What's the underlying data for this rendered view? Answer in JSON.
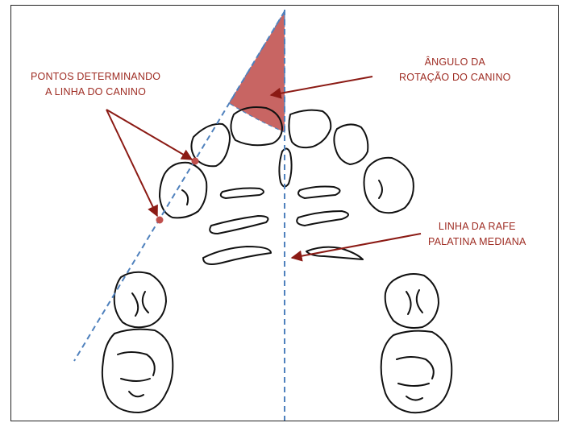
{
  "labels": {
    "points_line1": "PONTOS DETERMINANDO",
    "points_line2": "A LINHA DO CANINO",
    "angle_line1": "ÂNGULO DA",
    "angle_line2": "ROTAÇÃO DO CANINO",
    "raphe_line1": "LINHA DA RAFE",
    "raphe_line2": "PALATINA MEDIANA"
  },
  "colors": {
    "label": "#9e2b22",
    "arrow": "#8b1a14",
    "angle_fill": "#c0504d",
    "dashed_line": "#4f81bd",
    "drawing": "#111111"
  }
}
